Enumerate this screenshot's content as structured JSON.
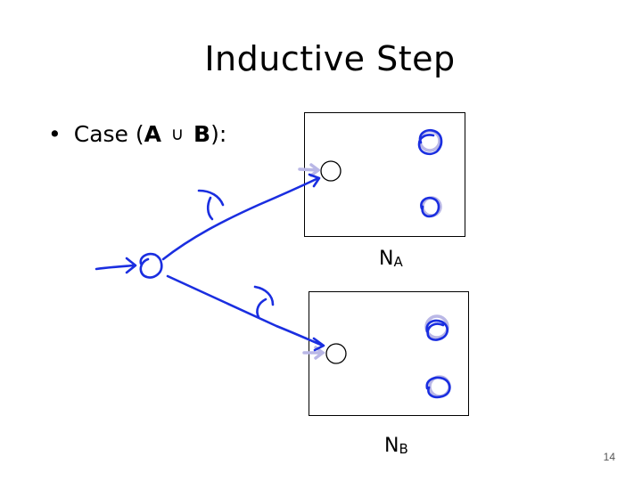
{
  "slide": {
    "title": "Inductive Step",
    "bullet": {
      "prefix": "Case (",
      "left": "A",
      "operator": "∪",
      "right": "B",
      "suffix": "):"
    },
    "machine_a": {
      "label": "N",
      "subscript": "A"
    },
    "machine_b": {
      "label": "N",
      "subscript": "B"
    },
    "page_number": "14"
  },
  "colors": {
    "ink": "#1a2ee0",
    "ink_shadow": "#b9b7e6"
  }
}
